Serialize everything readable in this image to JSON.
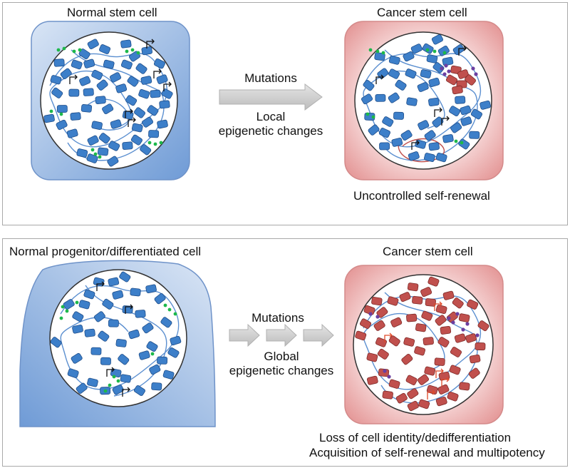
{
  "top_panel": {
    "left_title": "Normal stem cell",
    "right_title": "Cancer stem cell",
    "arrow_label_top": "Mutations",
    "arrow_label_bottom_1": "Local",
    "arrow_label_bottom_2": "epigenetic changes",
    "caption": "Uncontrolled self-renewal"
  },
  "bottom_panel": {
    "left_title": "Normal progenitor/differentiated cell",
    "right_title": "Cancer stem cell",
    "arrow_label_top": "Mutations",
    "arrow_label_bottom_1": "Global",
    "arrow_label_bottom_2": "epigenetic changes",
    "caption_1": "Loss of cell identity/dedifferentiation",
    "caption_2": "Acquisition of self-renewal and multipotency"
  },
  "colors": {
    "nucleosome_normal": "#3d7fc9",
    "nucleosome_cancer": "#c0504d",
    "dna_line": "#5b8fd0",
    "methyl_mark": "#1db84a",
    "repressive_mark": "#6b3fa0",
    "cell_normal": "#a9c3e6",
    "cell_cancer": "#eeb3b3",
    "arrow_fill": "#cfcfcf"
  }
}
